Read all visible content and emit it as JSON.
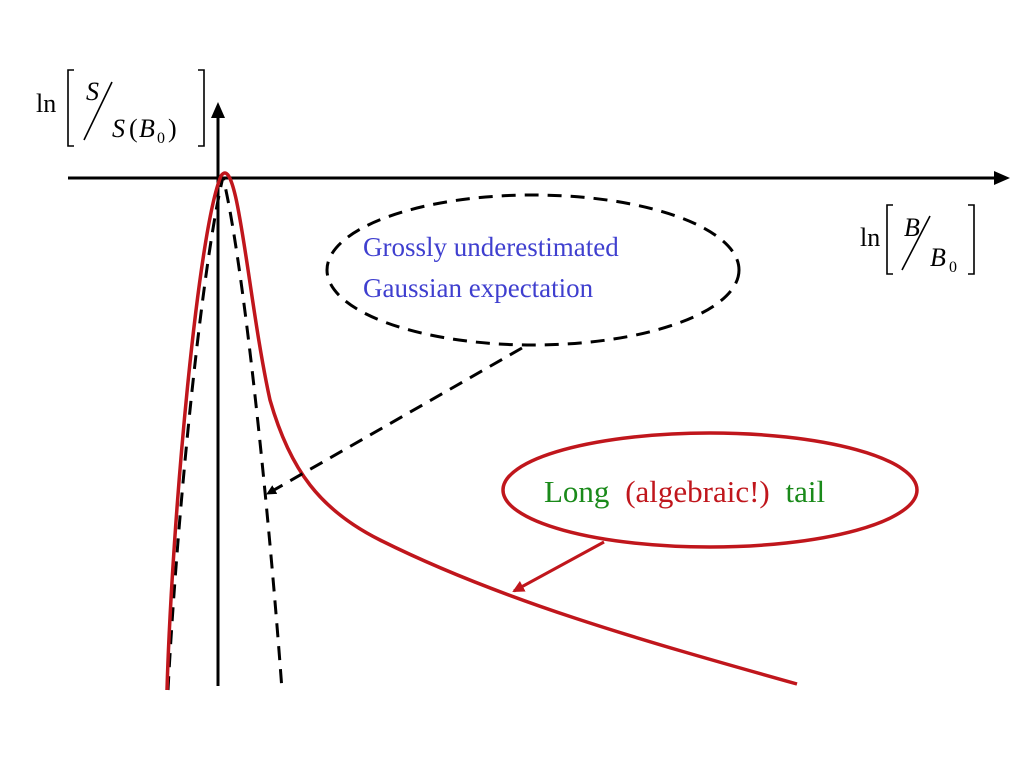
{
  "y_axis_label": {
    "fn": "ln",
    "numerator": "S",
    "denominator_var": "S",
    "denominator_open": "(",
    "denominator_sub_var": "B",
    "denominator_subscript": "0",
    "denominator_close": ")"
  },
  "x_axis_label": {
    "fn": "ln",
    "numerator": "B",
    "denominator_var": "B",
    "denominator_subscript": "0"
  },
  "gaussian_callout": {
    "line1": "Grossly underestimated",
    "line2": "Gaussian expectation"
  },
  "tail_callout": {
    "part1": "Long",
    "part2": "(algebraic!)",
    "part3": "tail"
  },
  "colors": {
    "axes": "#000000",
    "distribution_curve": "#c0161c",
    "gaussian_curve": "#000000",
    "gaussian_text": "#3f3fcf",
    "tail_green": "#1a8a1a",
    "tail_red": "#c0161c"
  }
}
